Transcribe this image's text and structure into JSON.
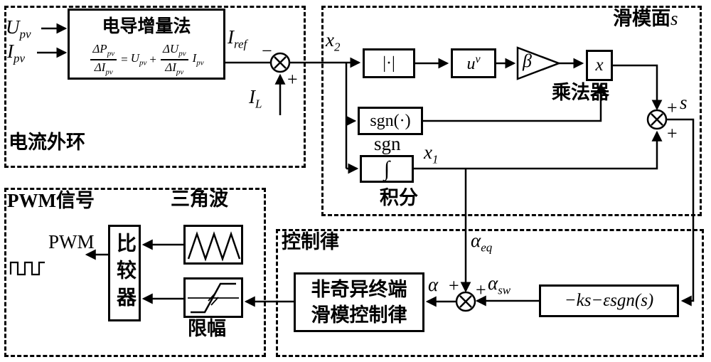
{
  "colors": {
    "line": "#000000",
    "background": "#ffffff"
  },
  "current_loop": {
    "title": "电流外环",
    "u_in": {
      "base": "U",
      "sub": "pv"
    },
    "i_in": {
      "base": "I",
      "sub": "pv"
    },
    "method": {
      "title": "电导增量法",
      "f": {
        "n1": "ΔP",
        "n1s": "pv",
        "d1": "ΔI",
        "d1s": "pv",
        "eq": "=",
        "u": "U",
        "us": "pv",
        "plus": "+",
        "n2": "ΔU",
        "n2s": "pv",
        "d2": "ΔI",
        "d2s": "pv",
        "i": "I",
        "is": "pv"
      }
    },
    "iref": {
      "base": "I",
      "sub": "ref"
    },
    "sum1": {
      "top": "−",
      "bottom": "+"
    },
    "il": {
      "base": "I",
      "sub": "L"
    }
  },
  "sliding": {
    "title": "滑模面",
    "title_var": "s",
    "x2": {
      "base": "x",
      "sub": "2"
    },
    "abs": "|·|",
    "uv": {
      "base": "u",
      "sup": "v"
    },
    "beta": "β",
    "mult": {
      "sym": "x",
      "label": "乘法器"
    },
    "sgn": {
      "sym": "sgn(·)",
      "label": "sgn"
    },
    "integ": {
      "sym": "∫",
      "label": "积分"
    },
    "x1": {
      "base": "x",
      "sub": "1"
    },
    "sum2": {
      "top": "+",
      "bottom": "+"
    },
    "s": "s"
  },
  "control": {
    "title": "控制律",
    "alpha_eq": {
      "base": "α",
      "sub": "eq"
    },
    "alpha": "α",
    "alpha_sw": {
      "base": "α",
      "sub": "sw"
    },
    "sum3": {
      "left": "+",
      "right": "+"
    },
    "ks": "−ks−εsgn(s)",
    "ntsm": {
      "line1": "非奇异终端",
      "line2": "滑模控制律"
    }
  },
  "pwm": {
    "title": "PWM信号",
    "triangle_label": "三角波",
    "comparator": "比较器",
    "out_label": "PWM",
    "limiter_label": "限幅"
  }
}
